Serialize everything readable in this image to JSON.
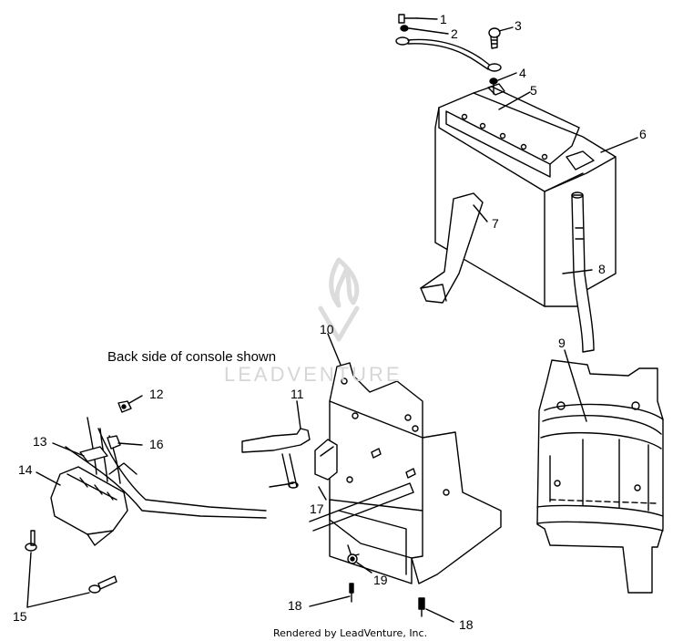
{
  "callouts": {
    "c1": "1",
    "c2": "2",
    "c3": "3",
    "c4": "4",
    "c5": "5",
    "c6": "6",
    "c7": "7",
    "c8": "8",
    "c9": "9",
    "c10": "10",
    "c11": "11",
    "c12": "12",
    "c13": "13",
    "c14": "14",
    "c15": "15",
    "c16": "16",
    "c17": "17",
    "c18a": "18",
    "c18b": "18",
    "c19": "19"
  },
  "caption": "Back side of console shown",
  "footer": "Rendered by LeadVenture, Inc.",
  "watermark": {
    "text": "LEADVENTURE",
    "icon": "flame-logo-icon"
  }
}
